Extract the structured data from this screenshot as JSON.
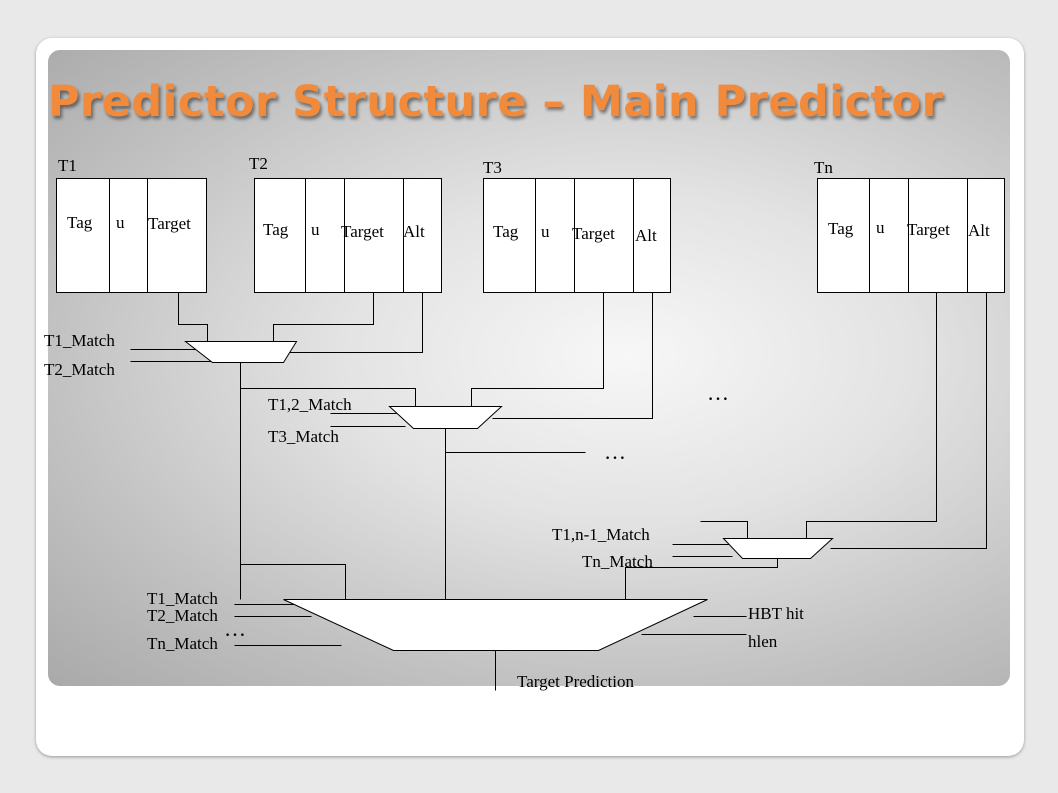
{
  "slide": {
    "title": "Predictor Structure – Main Predictor"
  },
  "tables": [
    {
      "name": "T1",
      "fields": [
        "Tag",
        "u",
        "Target"
      ]
    },
    {
      "name": "T2",
      "fields": [
        "Tag",
        "u",
        "Target",
        "Alt"
      ]
    },
    {
      "name": "T3",
      "fields": [
        "Tag",
        "u",
        "Target",
        "Alt"
      ]
    },
    {
      "name": "Tn",
      "fields": [
        "Tag",
        "u",
        "Target",
        "Alt"
      ]
    }
  ],
  "mux1": {
    "inputs": [
      "T1_Match",
      "T2_Match"
    ]
  },
  "mux2": {
    "inputs": [
      "T1,2_Match",
      "T3_Match"
    ]
  },
  "muxn": {
    "inputs": [
      "T1,n-1_Match",
      "Tn_Match"
    ]
  },
  "final_mux": {
    "left_inputs": [
      "T1_Match",
      "T2_Match",
      "Tn_Match"
    ],
    "right_inputs": [
      "HBT hit",
      "hlen"
    ],
    "output": "Target Prediction"
  },
  "ellipsis": "…"
}
